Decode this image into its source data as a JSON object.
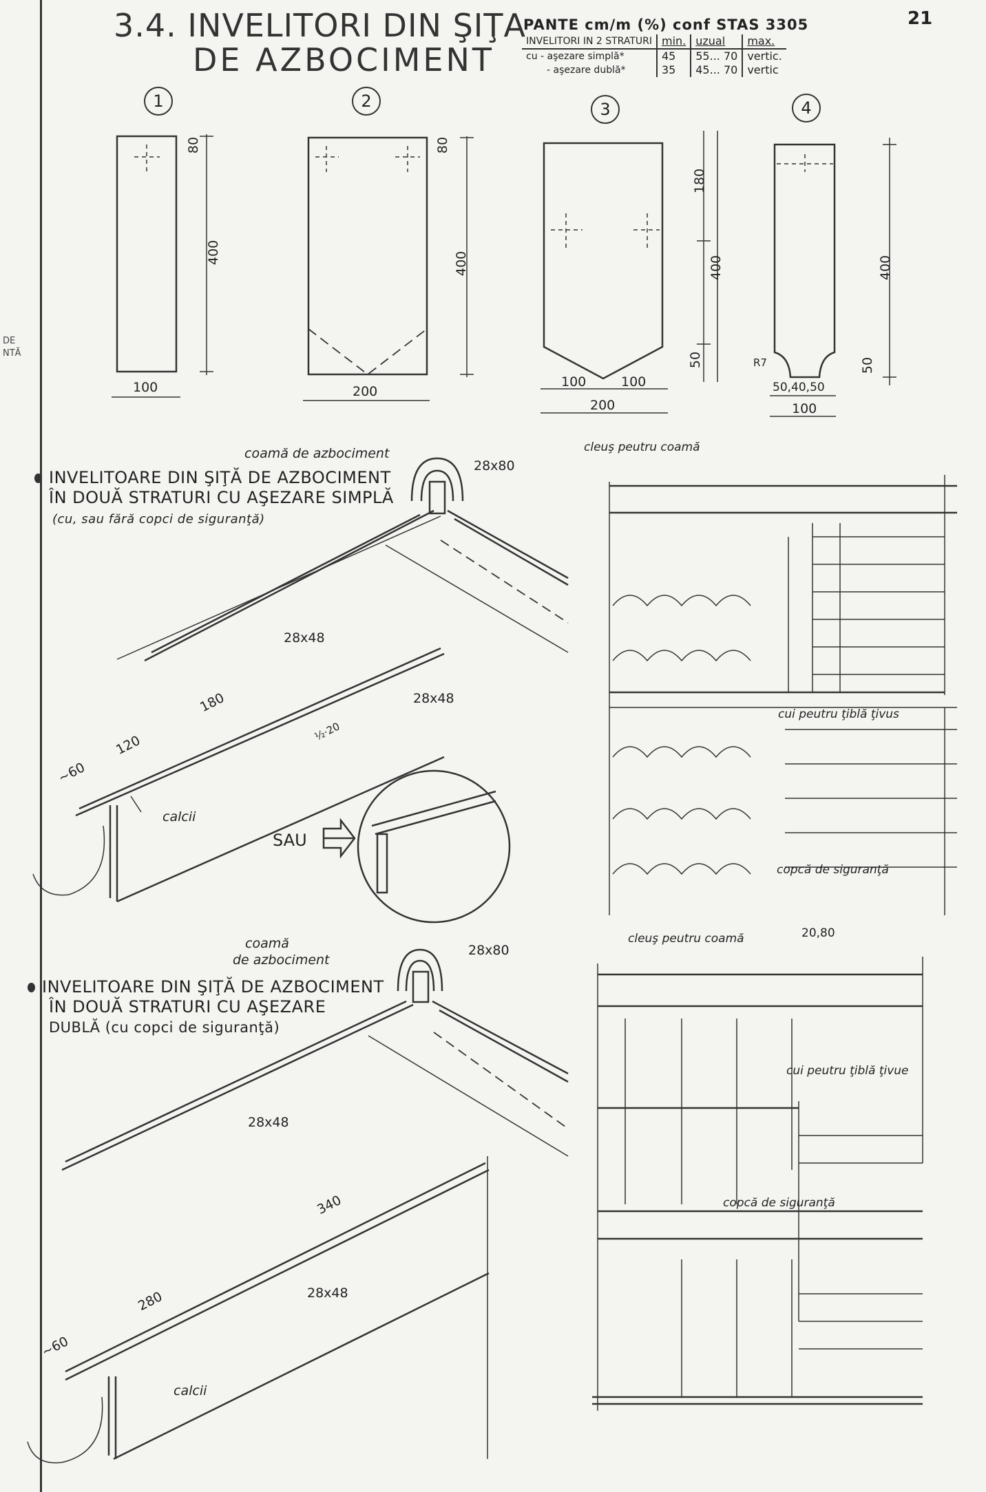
{
  "header": {
    "title_line1": "3.4.  INVELITORI DIN ŞIŢA",
    "title_line2": "DE  AZBOCIMENT",
    "page_number": "21"
  },
  "slopes": {
    "heading": "PANTE cm/m (%) conf STAS 3305",
    "row_head_label": "INVELITORI IN 2 STRATURI",
    "col_min": "min.",
    "col_usual": "uzual",
    "col_max": "max.",
    "rows": [
      {
        "label": "cu - aşezare simplă*",
        "min": "45",
        "usual": "55... 70",
        "max": "vertic."
      },
      {
        "label": "- aşezare dublă*",
        "min": "35",
        "usual": "45... 70",
        "max": "vertic"
      }
    ]
  },
  "edge_scraps": [
    "DE",
    "NTĂ"
  ],
  "tiles": [
    {
      "num": "1",
      "width": "100",
      "height": "400",
      "hole_offset": "80"
    },
    {
      "num": "2",
      "width": "200",
      "height": "400",
      "hole_offset": "80"
    },
    {
      "num": "3",
      "half_left": "100",
      "half_right": "100",
      "width": "200",
      "top": "180",
      "height": "400",
      "point": "50"
    },
    {
      "num": "4",
      "split": "50,40,50",
      "width": "100",
      "height": "400",
      "point": "50",
      "radius": "R7"
    }
  ],
  "section1": {
    "line1": "INVELITOARE DIN ŞIŢĂ DE AZBOCIMENT",
    "line2": "ÎN DOUĂ STRATURI CU AŞEZARE SIMPLĂ",
    "line3": "(cu, sau fără copci de siguranţă)",
    "ridge_label": "coamă de azbociment",
    "ridge_dim": "28x80",
    "lath_dim_1": "28x48",
    "lath_dim_2": "28x48",
    "dim_180": "180",
    "dim_120": "120",
    "dim_60": "~60",
    "dim_20": "½·20",
    "calcii": "calcii",
    "sau": "SAU",
    "nail_ridge": "cleuş peutru coamă",
    "nail_sheet": "cui peutru ţiblă ţivus",
    "safety_clip": "copcă de siguranţă"
  },
  "section2": {
    "line1": "INVELITOARE DIN ŞIŢĂ DE AZBOCIMENT",
    "line2": "ÎN DOUĂ STRATURI CU AŞEZARE",
    "line3": "DUBLĂ (cu copci de siguranţă)",
    "ridge_label_1": "coamă",
    "ridge_label_2": "de azbociment",
    "ridge_dim": "28x80",
    "lath_dim_1": "28x48",
    "lath_dim_2": "28x48",
    "dim_340": "340",
    "dim_280": "280",
    "dim_60": "~60",
    "calcii": "calcii",
    "nail_ridge": "cleuş peutru coamă",
    "ridge_dim_small": "20,80",
    "nail_sheet": "cui peutru ţiblă ţivue",
    "safety_clip": "copcă de siguranţă"
  }
}
